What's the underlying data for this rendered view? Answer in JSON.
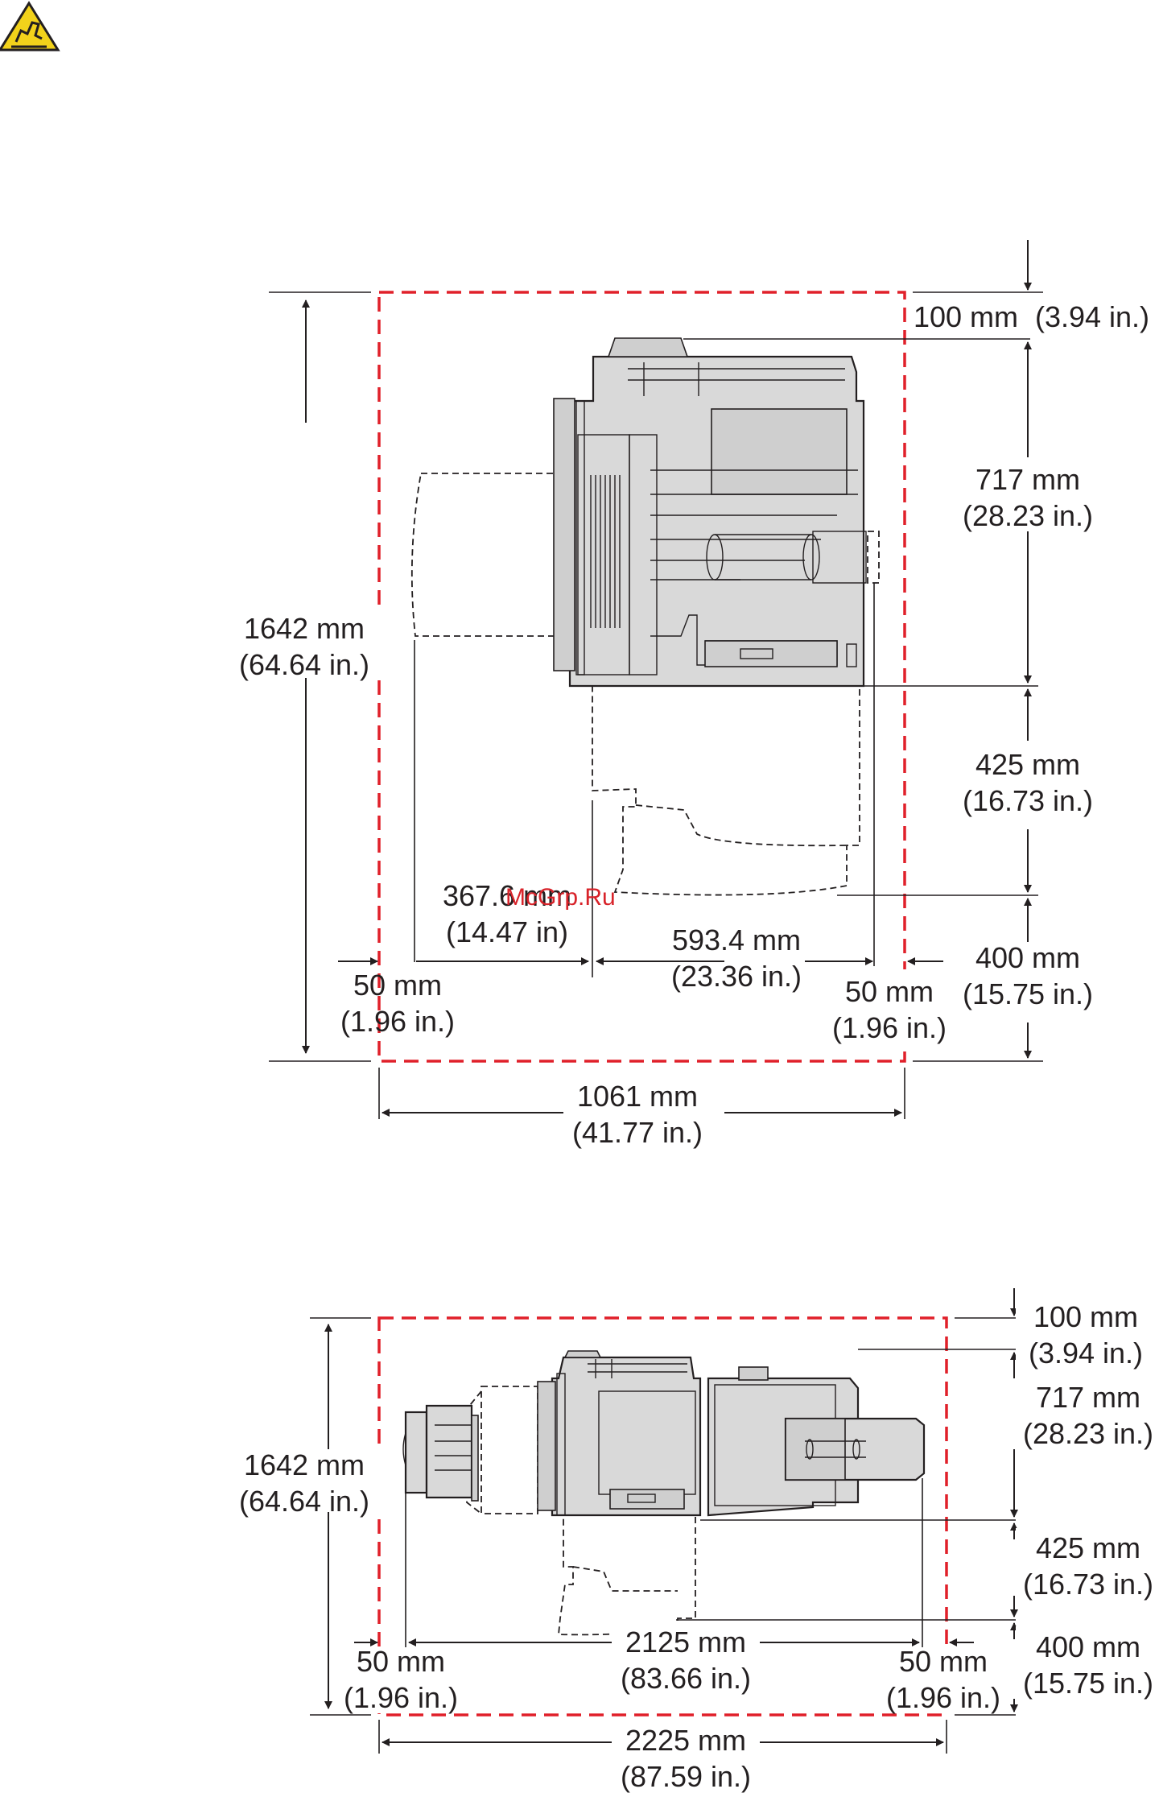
{
  "warning": {
    "icon": "tip-hazard-warning-icon",
    "color": "#f2d21b"
  },
  "watermark": {
    "text": "McGrp.Ru",
    "color": "#d8232a"
  },
  "colors": {
    "clearance_outline": "#e0202a",
    "printer_fill": "#d9d9d9",
    "lines": "#231f20"
  },
  "diagram_top": {
    "total_height": {
      "mm": "1642 mm",
      "in": "(64.64 in.)"
    },
    "top_clearance": {
      "mm": "100 mm",
      "in": "(3.94 in.)"
    },
    "printer_height": {
      "mm": "717 mm",
      "in": "(28.23 in.)"
    },
    "drawer_height": {
      "mm": "425 mm",
      "in": "(16.73 in.)"
    },
    "bottom_clearance": {
      "mm": "400 mm",
      "in": "(15.75 in.)"
    },
    "tray_depth": {
      "mm": "367.6 mm",
      "in": "(14.47 in)"
    },
    "printer_depth": {
      "mm": "593.4 mm",
      "in": "(23.36 in.)"
    },
    "left_clearance": {
      "mm": "50 mm",
      "in": "(1.96 in.)"
    },
    "right_clearance": {
      "mm": "50 mm",
      "in": "(1.96 in.)"
    },
    "total_width": {
      "mm": "1061 mm",
      "in": "(41.77 in.)"
    }
  },
  "diagram_bottom": {
    "total_height": {
      "mm": "1642 mm",
      "in": "(64.64 in.)"
    },
    "top_clearance": {
      "mm": "100 mm",
      "in": "(3.94 in.)"
    },
    "printer_height": {
      "mm": "717 mm",
      "in": "(28.23 in.)"
    },
    "drawer_height": {
      "mm": "425 mm",
      "in": "(16.73 in.)"
    },
    "bottom_clearance": {
      "mm": "400 mm",
      "in": "(15.75 in.)"
    },
    "inner_width": {
      "mm": "2125 mm",
      "in": "(83.66 in.)"
    },
    "left_clearance": {
      "mm": "50 mm",
      "in": "(1.96 in.)"
    },
    "right_clearance": {
      "mm": "50 mm",
      "in": "(1.96 in.)"
    },
    "total_width": {
      "mm": "2225 mm",
      "in": "(87.59 in.)"
    }
  }
}
